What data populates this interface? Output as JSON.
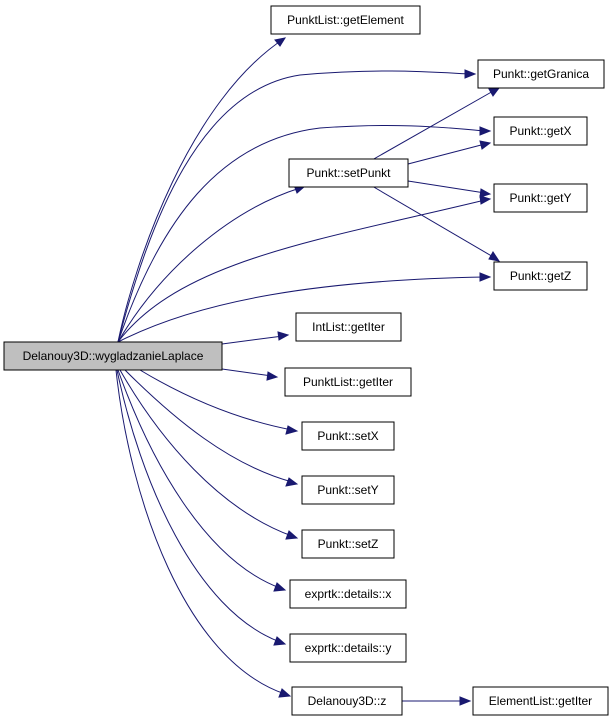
{
  "graph": {
    "colors": {
      "edge": "#191970",
      "root_fill": "#bfbfbf",
      "node_fill": "#ffffff",
      "border": "#000000"
    },
    "root": {
      "id": "root",
      "label": "Delanouy3D::wygladzanieLaplace"
    },
    "nodes": [
      {
        "id": "pl-getelement",
        "label": "PunktList::getElement"
      },
      {
        "id": "p-getgranica",
        "label": "Punkt::getGranica"
      },
      {
        "id": "p-getx",
        "label": "Punkt::getX"
      },
      {
        "id": "p-setpunkt",
        "label": "Punkt::setPunkt"
      },
      {
        "id": "p-gety",
        "label": "Punkt::getY"
      },
      {
        "id": "p-getz",
        "label": "Punkt::getZ"
      },
      {
        "id": "il-getiter",
        "label": "IntList::getIter"
      },
      {
        "id": "pl-getiter",
        "label": "PunktList::getIter"
      },
      {
        "id": "p-setx",
        "label": "Punkt::setX"
      },
      {
        "id": "p-sety",
        "label": "Punkt::setY"
      },
      {
        "id": "p-setz",
        "label": "Punkt::setZ"
      },
      {
        "id": "ex-x",
        "label": "exprtk::details::x"
      },
      {
        "id": "ex-y",
        "label": "exprtk::details::y"
      },
      {
        "id": "d3-z",
        "label": "Delanouy3D::z"
      },
      {
        "id": "el-getiter",
        "label": "ElementList::getIter"
      }
    ]
  }
}
